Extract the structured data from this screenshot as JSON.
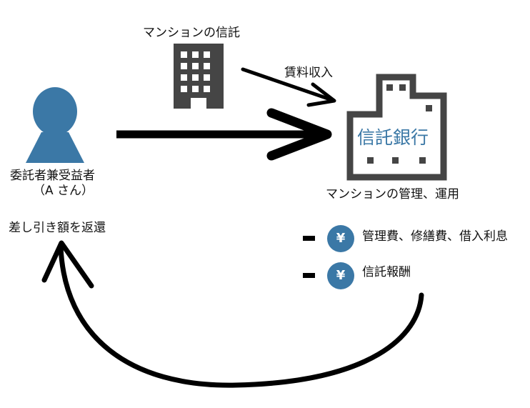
{
  "labels": {
    "building": "マンションの信託",
    "rent_income": "賃料収入",
    "person_role": "委託者兼受益者",
    "person_name": "（A さん）",
    "bank_name": "信託銀行",
    "bank_operation": "マンションの管理、運用",
    "return_balance": "差し引き額を返還",
    "costs": "管理費、修繕費、借入利息",
    "trust_fee": "信託報酬"
  },
  "icons": {
    "person": "person-icon",
    "building": "building-icon",
    "bank": "bank-building-icon",
    "yen": "yen-icon",
    "yen_symbol": "¥"
  },
  "colors": {
    "accent_blue": "#3b78a6",
    "dark_gray": "#454545",
    "arrow_black": "#000000"
  }
}
